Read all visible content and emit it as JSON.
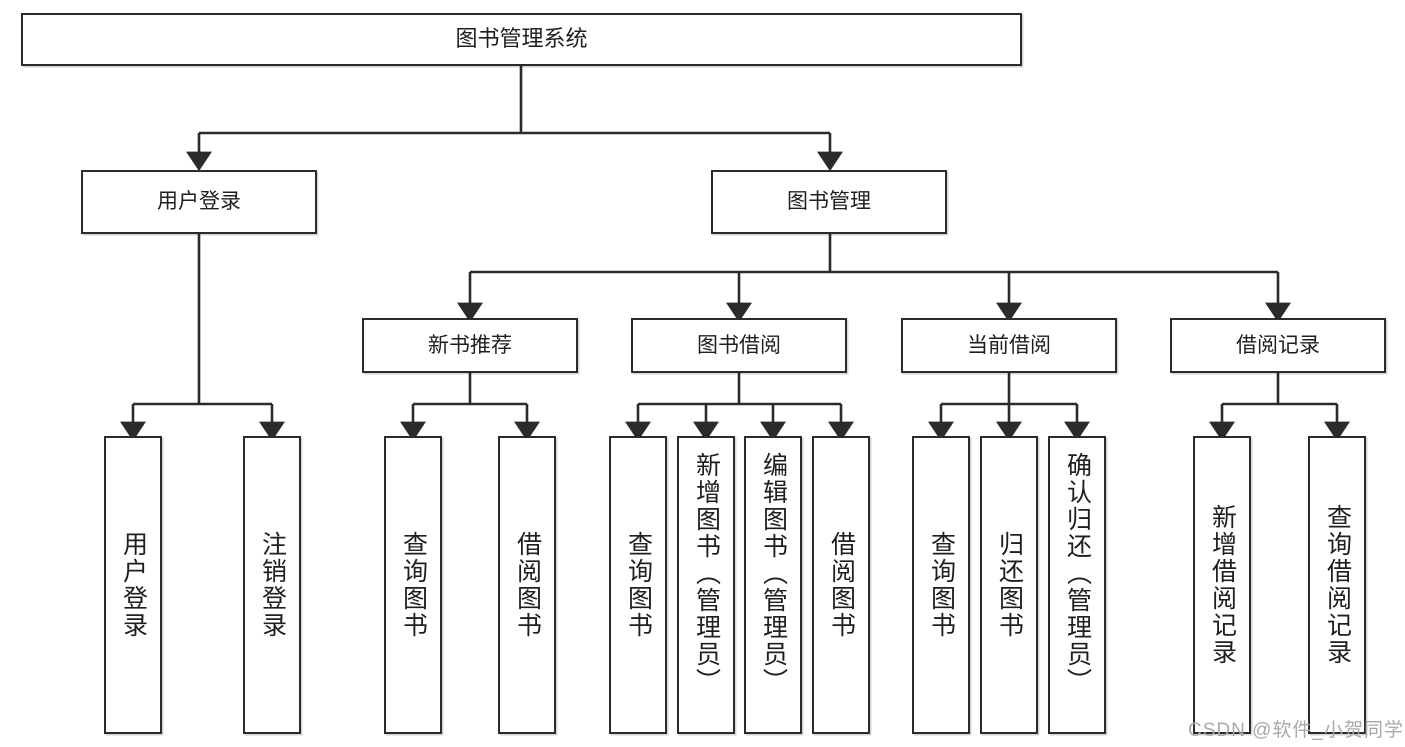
{
  "diagram": {
    "type": "tree",
    "title": "图书管理系统",
    "root": {
      "id": "root",
      "label": "图书管理系统"
    },
    "level2": [
      {
        "id": "user-login",
        "label": "用户登录"
      },
      {
        "id": "book-manage",
        "label": "图书管理"
      }
    ],
    "level3": [
      {
        "id": "new-book-rec",
        "label": "新书推荐"
      },
      {
        "id": "book-borrow",
        "label": "图书借阅"
      },
      {
        "id": "current-borrow",
        "label": "当前借阅"
      },
      {
        "id": "borrow-record",
        "label": "借阅记录"
      }
    ],
    "leaves": [
      {
        "id": "leaf-user-login",
        "label": "用户登录",
        "parent": "user-login"
      },
      {
        "id": "leaf-logout",
        "label": "注销登录",
        "parent": "user-login"
      },
      {
        "id": "leaf-query-book-1",
        "label": "查询图书",
        "parent": "new-book-rec"
      },
      {
        "id": "leaf-borrow-book-1",
        "label": "借阅图书",
        "parent": "new-book-rec"
      },
      {
        "id": "leaf-query-book-2",
        "label": "查询图书",
        "parent": "book-borrow"
      },
      {
        "id": "leaf-add-book",
        "label": "新增图书（管理员）",
        "parent": "book-borrow"
      },
      {
        "id": "leaf-edit-book",
        "label": "编辑图书（管理员）",
        "parent": "book-borrow"
      },
      {
        "id": "leaf-borrow-book-2",
        "label": "借阅图书",
        "parent": "book-borrow"
      },
      {
        "id": "leaf-query-book-3",
        "label": "查询图书",
        "parent": "current-borrow"
      },
      {
        "id": "leaf-return-book",
        "label": "归还图书",
        "parent": "current-borrow"
      },
      {
        "id": "leaf-confirm-return",
        "label": "确认归还（管理员）",
        "parent": "current-borrow"
      },
      {
        "id": "leaf-add-record",
        "label": "新增借阅记录",
        "parent": "borrow-record"
      },
      {
        "id": "leaf-query-record",
        "label": "查询借阅记录",
        "parent": "borrow-record"
      }
    ],
    "colors": {
      "box_border": "#2b2b2b",
      "box_fill": "#ffffff",
      "connector": "#2b2b2b",
      "text": "#1f1f1f",
      "watermark": "#a9a9a9"
    }
  },
  "watermark": {
    "text": "CSDN @软件_小贺同学"
  }
}
